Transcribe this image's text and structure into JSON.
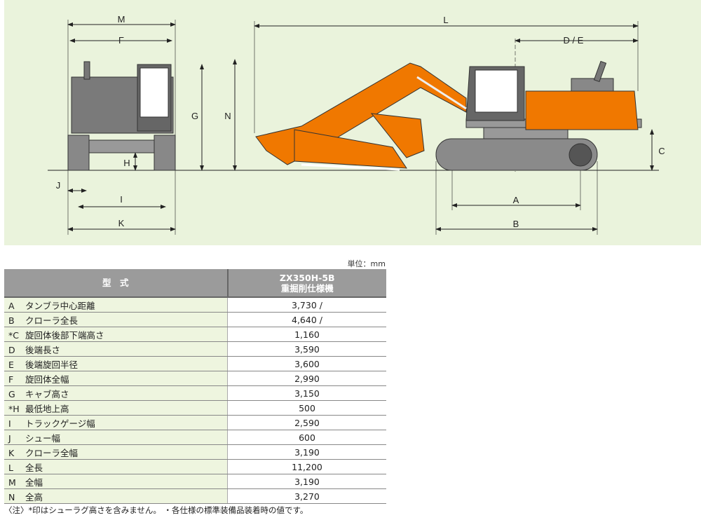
{
  "diagram": {
    "labels": {
      "M": "M",
      "F": "F",
      "G": "G",
      "H": "H",
      "J": "J",
      "I": "I",
      "K": "K",
      "L": "L",
      "DE": "D / E",
      "N": "N",
      "C": "C",
      "A": "A",
      "B": "B"
    }
  },
  "colors": {
    "background": "#eaf3dc",
    "machine": "#f07800",
    "header": "#9b9b9b"
  },
  "unit": "単位：mm",
  "table": {
    "header_left": "型　式",
    "header_model": "ZX350H-5B",
    "header_spec": "重掘削仕様機",
    "rows": [
      {
        "key": "A",
        "label": "タンブラ中心距離",
        "value": "3,730 /"
      },
      {
        "key": "B",
        "label": "クローラ全長",
        "value": "4,640 /"
      },
      {
        "key": "*C",
        "label": "旋回体後部下端高さ",
        "value": "1,160"
      },
      {
        "key": "D",
        "label": "後端長さ",
        "value": "3,590"
      },
      {
        "key": "E",
        "label": "後端旋回半径",
        "value": "3,600"
      },
      {
        "key": "F",
        "label": "旋回体全幅",
        "value": "2,990"
      },
      {
        "key": "G",
        "label": "キャブ高さ",
        "value": "3,150"
      },
      {
        "key": "*H",
        "label": "最低地上高",
        "value": "500"
      },
      {
        "key": "I",
        "label": "トラックゲージ幅",
        "value": "2,590"
      },
      {
        "key": "J",
        "label": "シュー幅",
        "value": "600"
      },
      {
        "key": "K",
        "label": "クローラ全幅",
        "value": "3,190"
      },
      {
        "key": "L",
        "label": "全長",
        "value": "11,200"
      },
      {
        "key": "M",
        "label": "全幅",
        "value": "3,190"
      },
      {
        "key": "N",
        "label": "全高",
        "value": "3,270"
      }
    ]
  },
  "note": "〈注〉*印はシューラグ高さを含みません。 ・各仕様の標準装備品装着時の値です。"
}
